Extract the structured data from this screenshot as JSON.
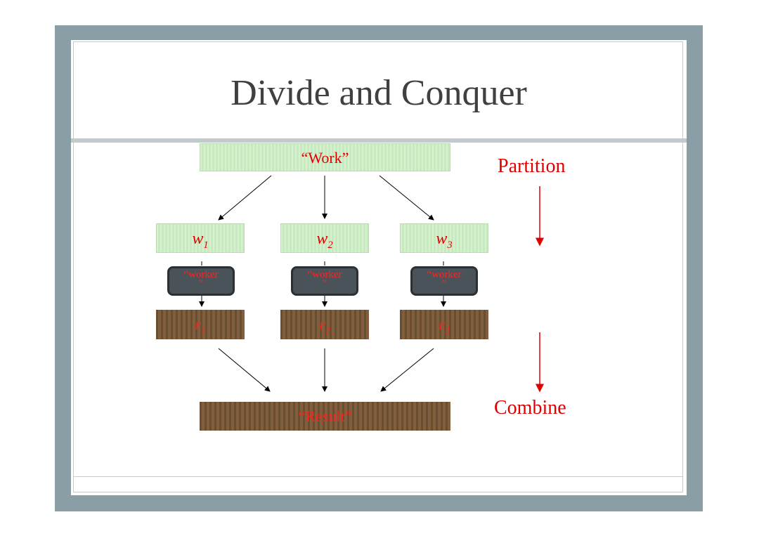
{
  "slide": {
    "title": "Divide and Conquer",
    "work_label": "“Work”",
    "result_label": "“Result”",
    "partition_label": "Partition",
    "combine_label": "Combine",
    "work_items": [
      {
        "symbol": "w",
        "subscript": "1"
      },
      {
        "symbol": "w",
        "subscript": "2"
      },
      {
        "symbol": "w",
        "subscript": "3"
      }
    ],
    "worker_label_line1": "“worker",
    "worker_label_line2": "”",
    "result_items": [
      {
        "symbol": "r",
        "subscript": "1"
      },
      {
        "symbol": "r",
        "subscript": "2"
      },
      {
        "symbol": "r",
        "subscript": "3"
      }
    ]
  },
  "colors": {
    "frame": "#8a9ea6",
    "accent_red": "#e00000",
    "work_green": "#cdeec5",
    "result_brown": "#7a5a3c",
    "worker_gray": "#4a5359"
  }
}
